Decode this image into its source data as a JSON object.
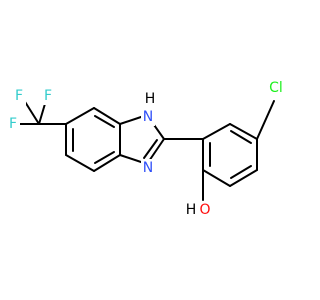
{
  "molecule": {
    "atoms": {
      "f1": "F",
      "f2": "F",
      "f3": "F",
      "nh_n": "N",
      "nh_h": "H",
      "n3": "N",
      "cl": "Cl",
      "o": "O",
      "oh_h": "H"
    },
    "colors": {
      "bond": "#000000",
      "fluorine": "#33cccc",
      "nitrogen": "#3050f8",
      "oxygen": "#ff0d0d",
      "chlorine": "#1ff01f",
      "hydrogen": "#000000"
    }
  }
}
